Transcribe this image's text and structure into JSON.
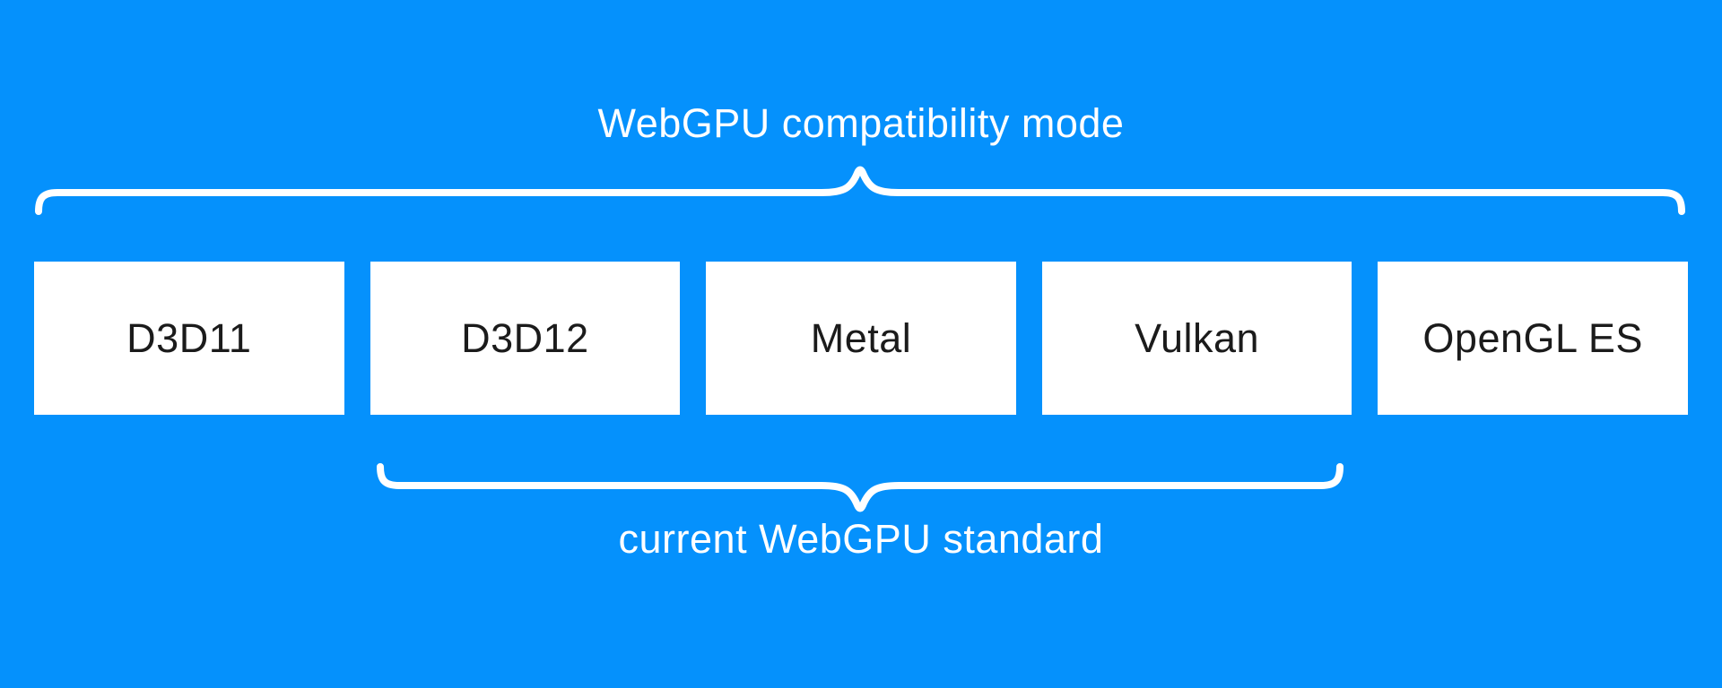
{
  "diagram": {
    "title": "WebGPU backend APIs diagram",
    "colors": {
      "background": "#0591fc",
      "box_fill": "#ffffff",
      "box_text": "#1b1b1b",
      "brace_stroke": "#ffffff",
      "label_text": "#ffffff"
    },
    "boxes": [
      {
        "label": "D3D11"
      },
      {
        "label": "D3D12"
      },
      {
        "label": "Metal"
      },
      {
        "label": "Vulkan"
      },
      {
        "label": "OpenGL ES"
      }
    ],
    "braces": {
      "top": {
        "label": "WebGPU compatibility mode",
        "covers": [
          "D3D11",
          "D3D12",
          "Metal",
          "Vulkan",
          "OpenGL ES"
        ]
      },
      "bottom": {
        "label": "current WebGPU standard",
        "covers": [
          "D3D12",
          "Metal",
          "Vulkan"
        ]
      }
    }
  }
}
